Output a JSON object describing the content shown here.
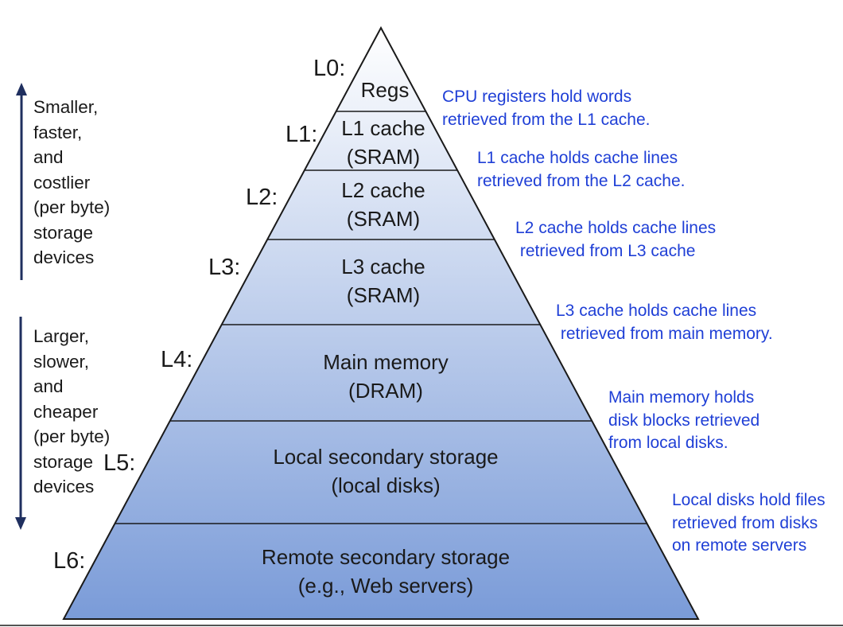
{
  "levels": [
    {
      "label": "L0:",
      "tier": [
        "Regs"
      ],
      "note": [
        "CPU registers hold words",
        "retrieved from the L1 cache."
      ]
    },
    {
      "label": "L1:",
      "tier": [
        "L1 cache",
        "(SRAM)"
      ],
      "note": [
        "L1 cache holds cache lines",
        "retrieved from the L2 cache."
      ]
    },
    {
      "label": "L2:",
      "tier": [
        "L2 cache",
        "(SRAM)"
      ],
      "note": [
        "L2 cache holds cache lines",
        " retrieved from L3 cache"
      ]
    },
    {
      "label": "L3:",
      "tier": [
        "L3 cache",
        "(SRAM)"
      ],
      "note": [
        "L3 cache holds cache lines",
        " retrieved from main memory."
      ]
    },
    {
      "label": "L4:",
      "tier": [
        "Main memory",
        "(DRAM)"
      ],
      "note": [
        "Main memory holds",
        "disk blocks retrieved",
        "from local disks."
      ]
    },
    {
      "label": "L5:",
      "tier": [
        "Local secondary storage",
        "(local disks)"
      ],
      "note": [
        "Local disks hold files",
        "retrieved from disks",
        "on remote servers"
      ]
    },
    {
      "label": "L6:",
      "tier": [
        "Remote secondary storage",
        "(e.g., Web servers)"
      ],
      "note": []
    }
  ],
  "side_top": [
    "Smaller,",
    "faster,",
    "and",
    "costlier",
    "(per byte)",
    "storage",
    "devices"
  ],
  "side_bottom": [
    "Larger,",
    "slower,",
    "and",
    "cheaper",
    "(per byte)",
    "storage",
    "devices"
  ],
  "colors": {
    "tier_top": "#ffffff",
    "tier_bottom": "#7a9bd8",
    "note": "#1f3fd6",
    "arrow": "#1f2f5f",
    "outline": "#1a1a1a"
  }
}
